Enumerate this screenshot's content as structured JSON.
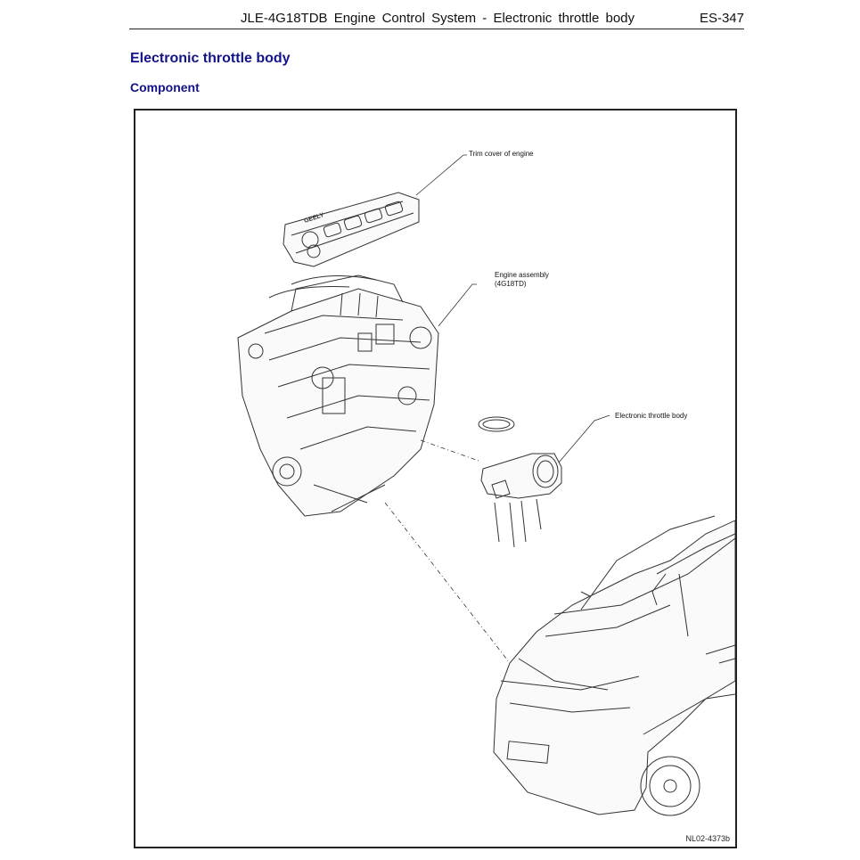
{
  "header": {
    "title": "JLE-4G18TDB Engine Control System - Electronic throttle body",
    "page": "ES-347"
  },
  "section_title": "Electronic throttle body",
  "subsection_title": "Component",
  "figure": {
    "callouts": {
      "trim_cover": "Trim cover of engine",
      "engine_assembly": "Engine assembly\n(4G18TD)",
      "throttle_body": "Electronic throttle body"
    },
    "cover_logo": "GEELY",
    "code": "NL02-4373b"
  }
}
